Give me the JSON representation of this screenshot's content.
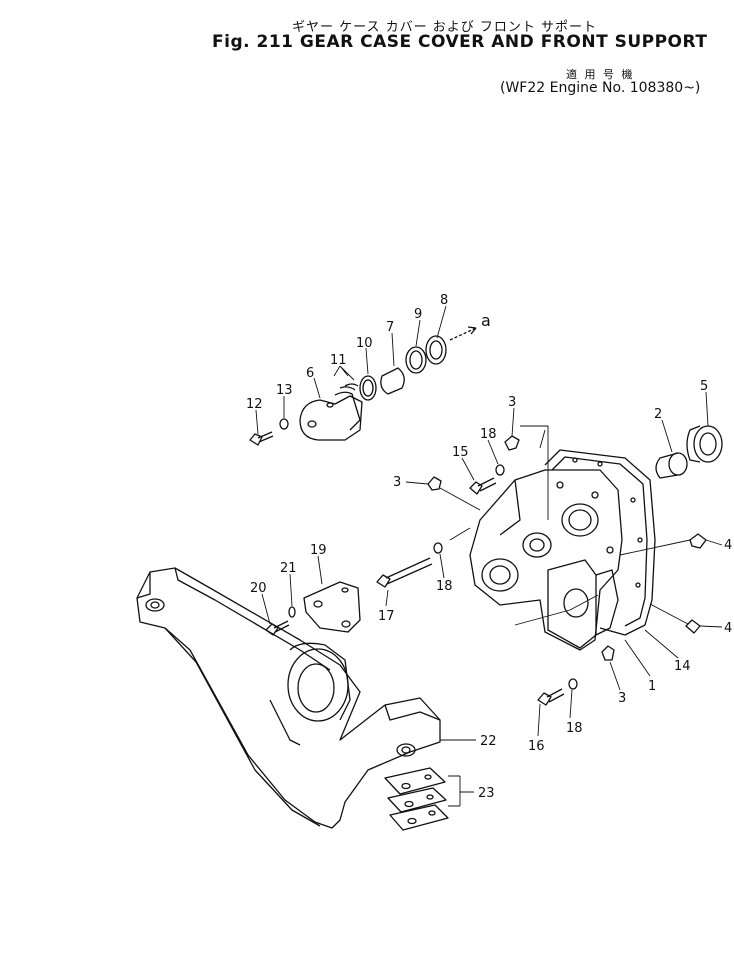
{
  "header": {
    "title_jp": "ギヤー ケース カバー および フロント サポート",
    "title": "Fig. 211 GEAR CASE COVER AND FRONT SUPPORT",
    "applicability_jp": "適 用 号 機",
    "applicability": "(WF22 Engine No. 108380~)"
  },
  "callouts": [
    "8",
    "9",
    "a",
    "7",
    "10",
    "11",
    "6",
    "12",
    "13",
    "5",
    "2",
    "3",
    "18",
    "15",
    "3",
    "4",
    "19",
    "21",
    "20",
    "17",
    "18",
    "4",
    "14",
    "1",
    "3",
    "16",
    "18",
    "22",
    "23"
  ]
}
